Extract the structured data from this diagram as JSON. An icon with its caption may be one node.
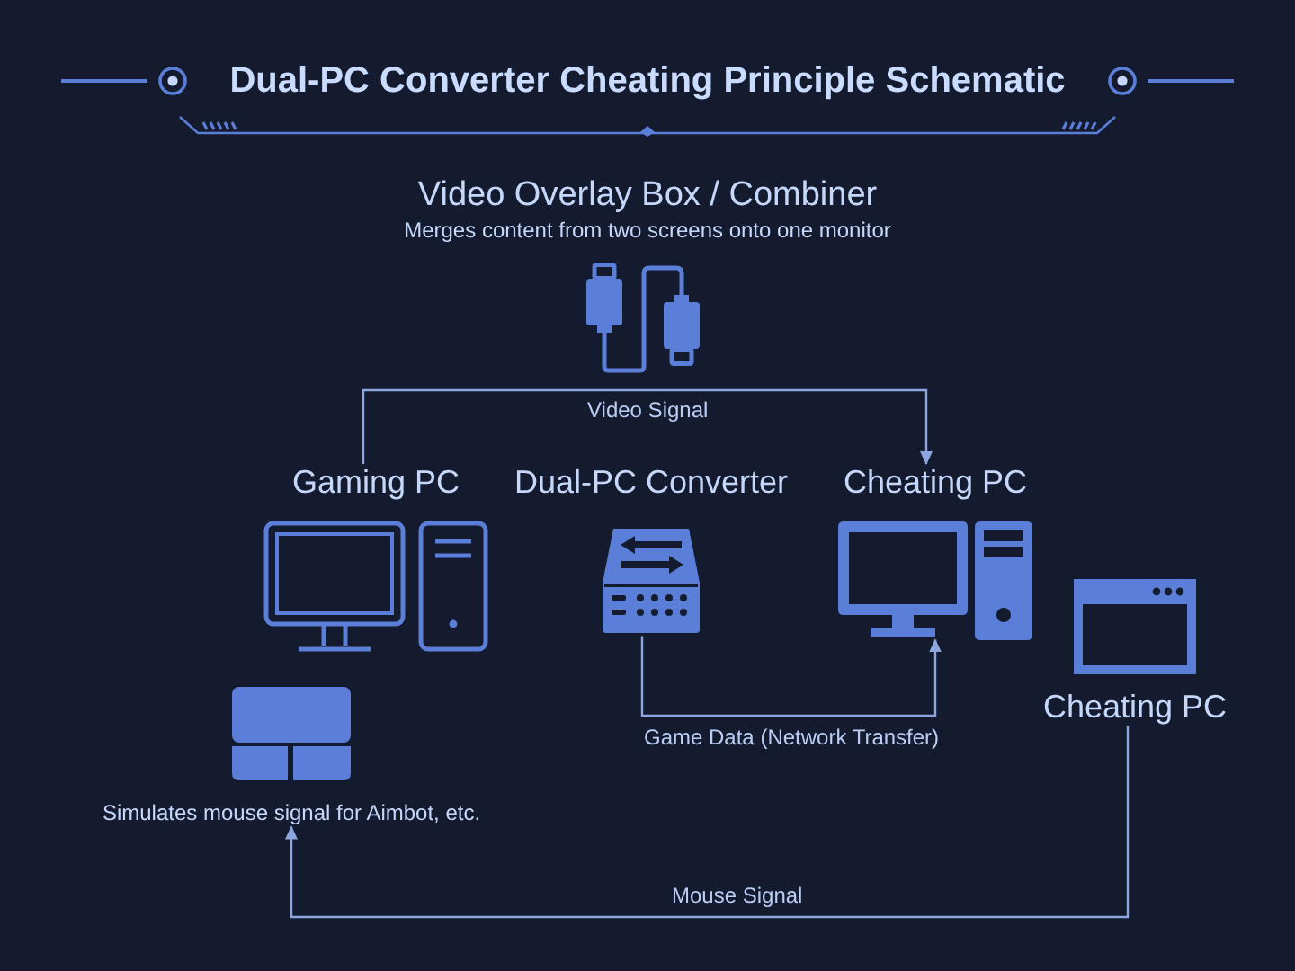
{
  "diagram": {
    "title": "Dual-PC Converter Cheating Principle Schematic",
    "nodes": [
      {
        "text": [
          "Video Overlay Box / Combiner",
          "Merges content from two screens onto one monitor"
        ]
      },
      {
        "text": [
          "Gaming PC"
        ]
      },
      {
        "text": [
          "Dual-PC Converter"
        ]
      },
      {
        "text": [
          "Cheating PC"
        ]
      },
      {
        "text": [
          "Cheating PC"
        ]
      },
      {
        "text": [
          "Simulates mouse signal for Aimbot, etc."
        ]
      }
    ],
    "edges": [
      {
        "from": 1,
        "to": 3,
        "arrow": "to",
        "label": "Video Signal"
      },
      {
        "from": 2,
        "to": 3,
        "arrow": "to",
        "label": "Game Data (Network Transfer)"
      },
      {
        "from": 4,
        "to": 5,
        "arrow": "to",
        "label": "Mouse Signal"
      }
    ]
  }
}
